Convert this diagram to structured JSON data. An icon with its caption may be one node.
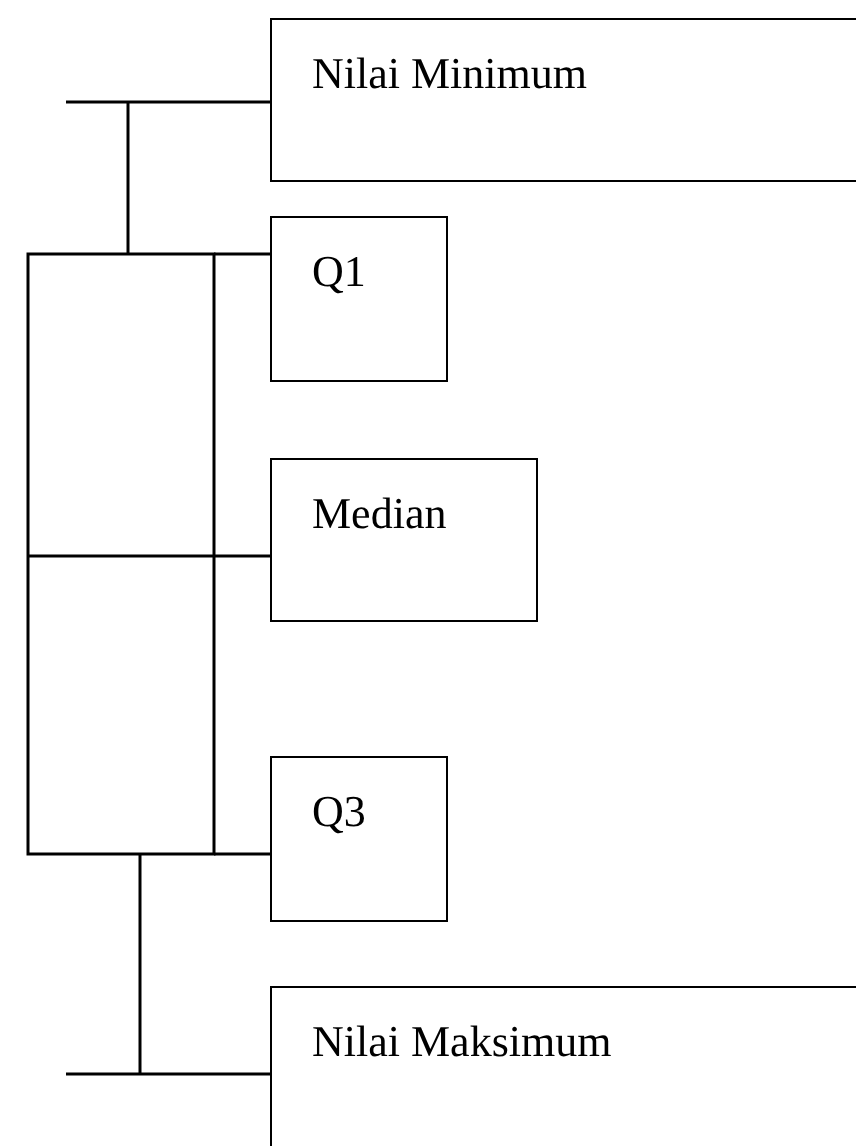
{
  "diagram": {
    "nodes": [
      {
        "text": [
          "Nilai Minimum"
        ]
      },
      {
        "text": [
          "Q1"
        ]
      },
      {
        "text": [
          "Median"
        ]
      },
      {
        "text": [
          "Q3"
        ]
      },
      {
        "text": [
          "Nilai Maksimum"
        ]
      }
    ],
    "edges": [
      {
        "from": 0,
        "to": null,
        "arrow": "none"
      },
      {
        "from": 1,
        "to": null,
        "arrow": "none"
      },
      {
        "from": 2,
        "to": null,
        "arrow": "none"
      },
      {
        "from": 3,
        "to": null,
        "arrow": "none"
      },
      {
        "from": 4,
        "to": null,
        "arrow": "none"
      }
    ]
  }
}
